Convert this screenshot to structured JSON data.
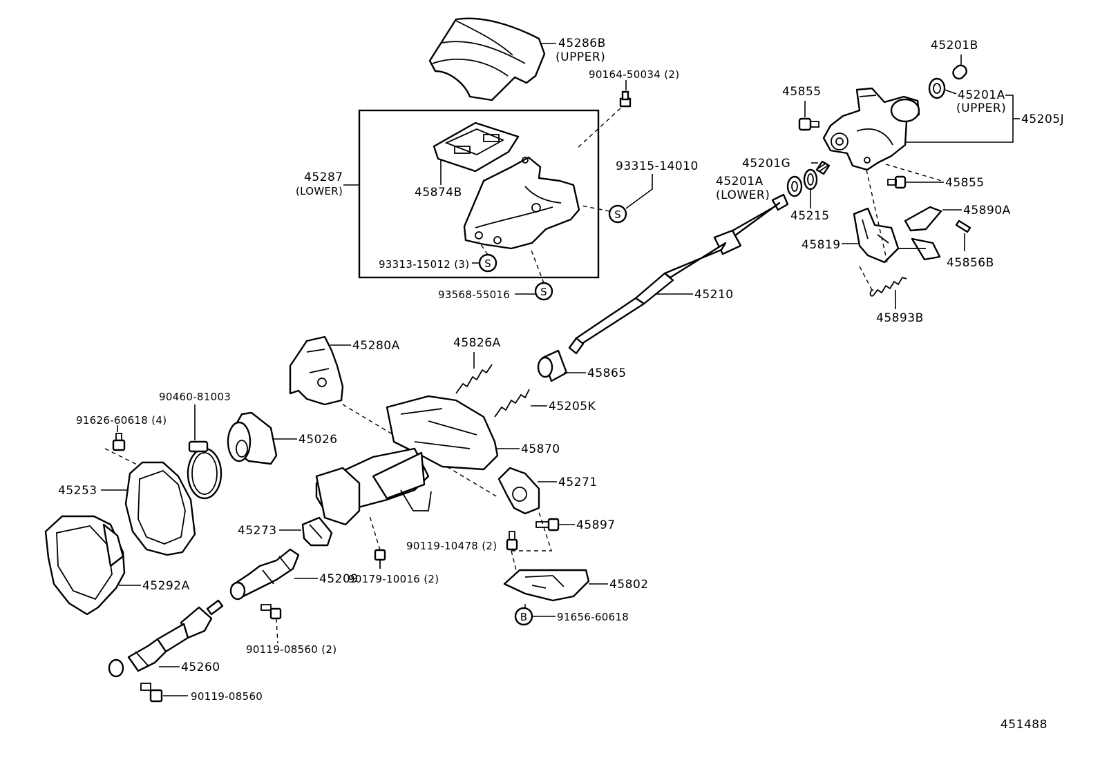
{
  "diagram_id": "451488",
  "symbols": {
    "s": "S",
    "b": "B"
  },
  "labels": {
    "p45286B": "45286B",
    "upper1": "(UPPER)",
    "p90164": "90164-50034 (2)",
    "p45201B": "45201B",
    "p45855a": "45855",
    "p45201A_u": "45201A",
    "upper2": "(UPPER)",
    "p45205J": "45205J",
    "p45287": "45287",
    "lower1": "(LOWER)",
    "p93315": "93315-14010",
    "p45874B": "45874B",
    "p45201G": "45201G",
    "p45201A_l": "45201A",
    "lower2": "(LOWER)",
    "p45855b": "45855",
    "p45215": "45215",
    "p45890A": "45890A",
    "p45819": "45819",
    "p45856B": "45856B",
    "p93313": "93313-15012 (3)",
    "p93568": "93568-55016",
    "p45210": "45210",
    "p45893B": "45893B",
    "p45280A": "45280A",
    "p45826A": "45826A",
    "p45865": "45865",
    "p90460": "90460-81003",
    "p45205K": "45205K",
    "p91626": "91626-60618 (4)",
    "p45026": "45026",
    "p45870": "45870",
    "p45253": "45253",
    "p45271": "45271",
    "p45273": "45273",
    "p45897": "45897",
    "p90119_10478": "90119-10478 (2)",
    "p45209": "45209",
    "p90179": "90179-10016 (2)",
    "p45802": "45802",
    "p45292A": "45292A",
    "p91656": "91656-60618",
    "p90119_08560_2": "90119-08560 (2)",
    "p45260": "45260",
    "p90119_08560": "90119-08560"
  }
}
